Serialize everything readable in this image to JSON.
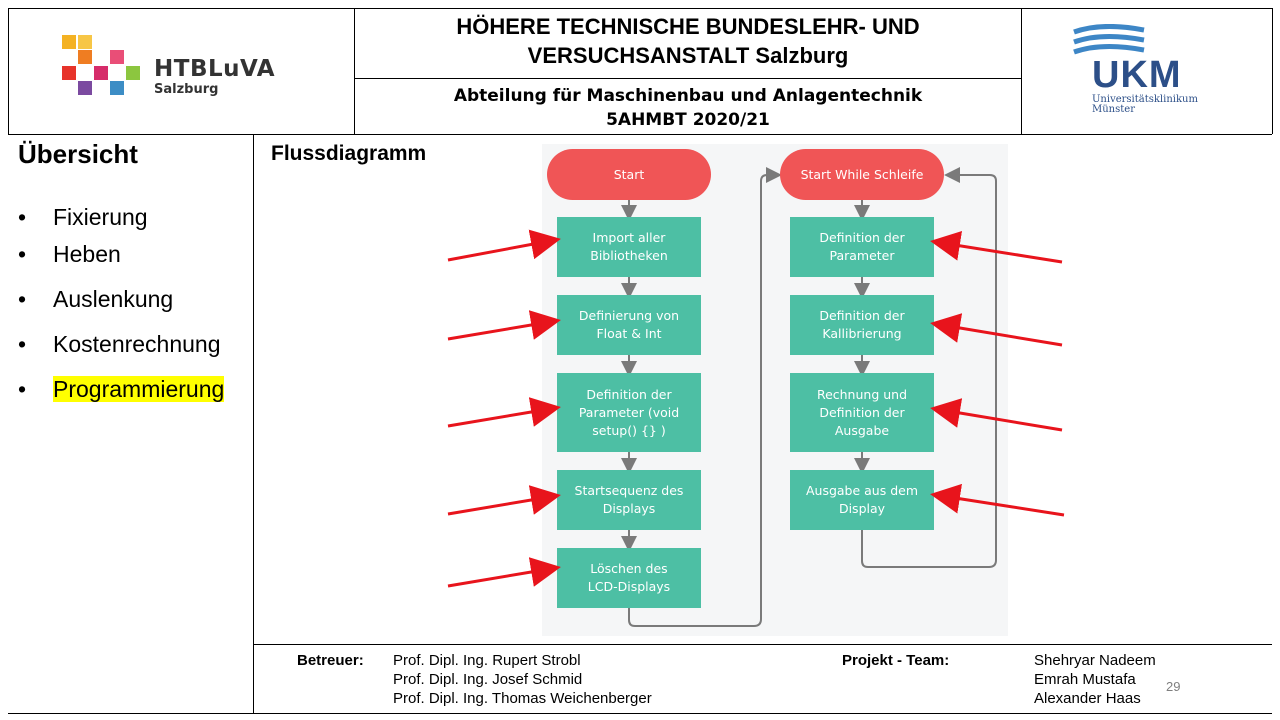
{
  "header": {
    "title_line1": "HÖHERE TECHNISCHE BUNDESLEHR- UND",
    "title_line2": "VERSUCHSANSTALT Salzburg",
    "subtitle_line1": "Abteilung für Maschinenbau  und Anlagentechnik",
    "subtitle_line2": "5AHMBT 2020/21",
    "logo_left": {
      "name": "HTBLuVA",
      "city": "Salzburg"
    },
    "logo_right": {
      "name": "UKM",
      "sub_line1": "Universitätsklinikum",
      "sub_line2": "Münster"
    }
  },
  "sidebar": {
    "title": "Übersicht",
    "bullet": "•",
    "items": [
      {
        "label": "Fixierung",
        "active": false
      },
      {
        "label": "Heben",
        "active": false
      },
      {
        "label": "Auslenkung",
        "active": false
      },
      {
        "label": "Kostenrechnung",
        "active": false
      },
      {
        "label": "Programmierung",
        "active": true
      }
    ]
  },
  "main": {
    "title": "Flussdiagramm",
    "flowchart": {
      "left_start": "Start",
      "left_steps": [
        [
          "Import aller",
          "Bibliotheken"
        ],
        [
          "Definierung von",
          "Float & Int"
        ],
        [
          "Definition der",
          "Parameter (void",
          "setup() {} )"
        ],
        [
          "Startsequenz des",
          "Displays"
        ],
        [
          "Löschen des",
          "LCD-Displays"
        ]
      ],
      "right_start": "Start While Schleife",
      "right_steps": [
        [
          "Definition der",
          "Parameter"
        ],
        [
          "Definition der",
          "Kallibrierung"
        ],
        [
          "Rechnung und",
          "Definition der",
          "Ausgabe"
        ],
        [
          "Ausgabe aus dem",
          "Display"
        ]
      ],
      "colors": {
        "start": "#f05556",
        "step": "#4dbfa4",
        "connector": "#7a7a7a",
        "arrow": "#e8141c"
      }
    }
  },
  "footer": {
    "supervisors_label": "Betreuer:",
    "supervisors": [
      "Prof. Dipl. Ing. Rupert Strobl",
      "Prof. Dipl. Ing. Josef Schmid",
      "Prof. Dipl. Ing. Thomas Weichenberger"
    ],
    "team_label": "Projekt - Team:",
    "team": [
      "Shehryar Nadeem",
      "Emrah Mustafa",
      "Alexander Haas"
    ],
    "page_number": "29"
  }
}
